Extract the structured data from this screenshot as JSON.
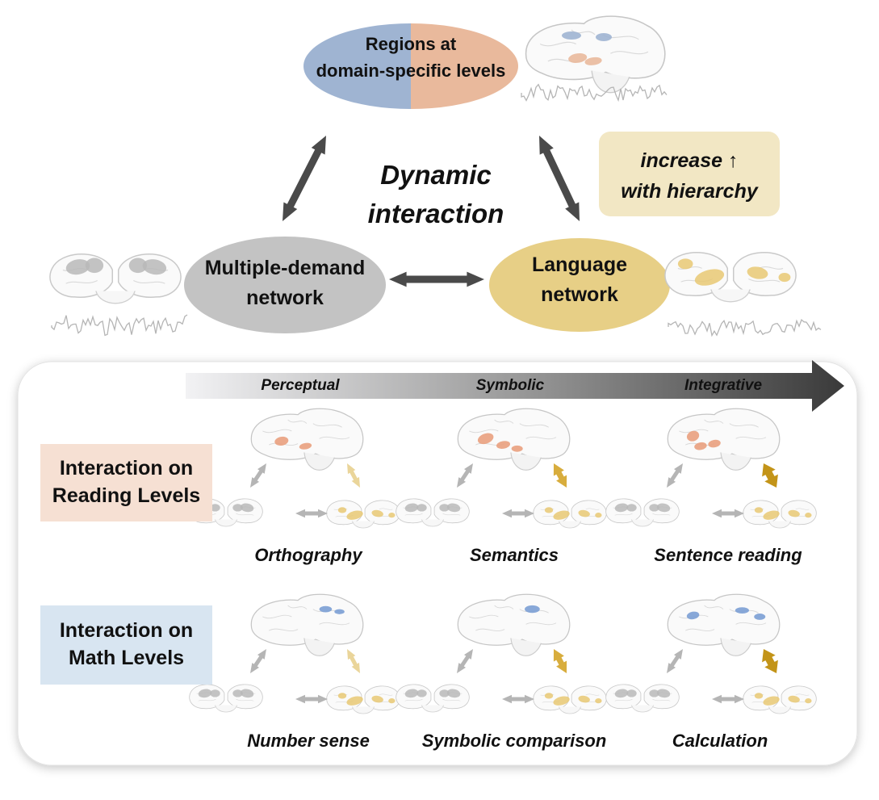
{
  "top_node": {
    "label_line1": "Regions at",
    "label_line2": "domain-specific levels",
    "color_left": "#9fb4d2",
    "color_right": "#e9b99c"
  },
  "md_node": {
    "label_line1": "Multiple-demand",
    "label_line2": "network",
    "color": "#c3c3c3"
  },
  "lang_node": {
    "label_line1": "Language",
    "label_line2": "network",
    "color": "#e7cf86"
  },
  "center_label": {
    "line1": "Dynamic",
    "line2": "interaction"
  },
  "hierarchy_note": {
    "line1": "increase ↑",
    "line2": "with hierarchy",
    "bg": "#f2e7c4"
  },
  "progression": {
    "stages": [
      "Perceptual",
      "Symbolic",
      "Integrative"
    ]
  },
  "rows": [
    {
      "title": "Interaction on\nReading Levels",
      "bg": "#f6e0d3",
      "highlight": "#e9a07e",
      "items": [
        {
          "label": "Orthography"
        },
        {
          "label": "Semantics"
        },
        {
          "label": "Sentence reading"
        }
      ]
    },
    {
      "title": "Interaction on\nMath Levels",
      "bg": "#d8e5f1",
      "highlight": "#7b9fd4",
      "items": [
        {
          "label": "Number sense"
        },
        {
          "label": "Symbolic comparison"
        },
        {
          "label": "Calculation"
        }
      ]
    }
  ],
  "colors": {
    "md_gray": "#b9b9b9",
    "lang_gold": "#e8c873",
    "gold_light": "#ead59a",
    "gold_mid": "#d8ad3d",
    "gold_dark": "#c39418",
    "arrow_dark": "#4a4a4a",
    "arrow_gray": "#b5b5b5"
  }
}
